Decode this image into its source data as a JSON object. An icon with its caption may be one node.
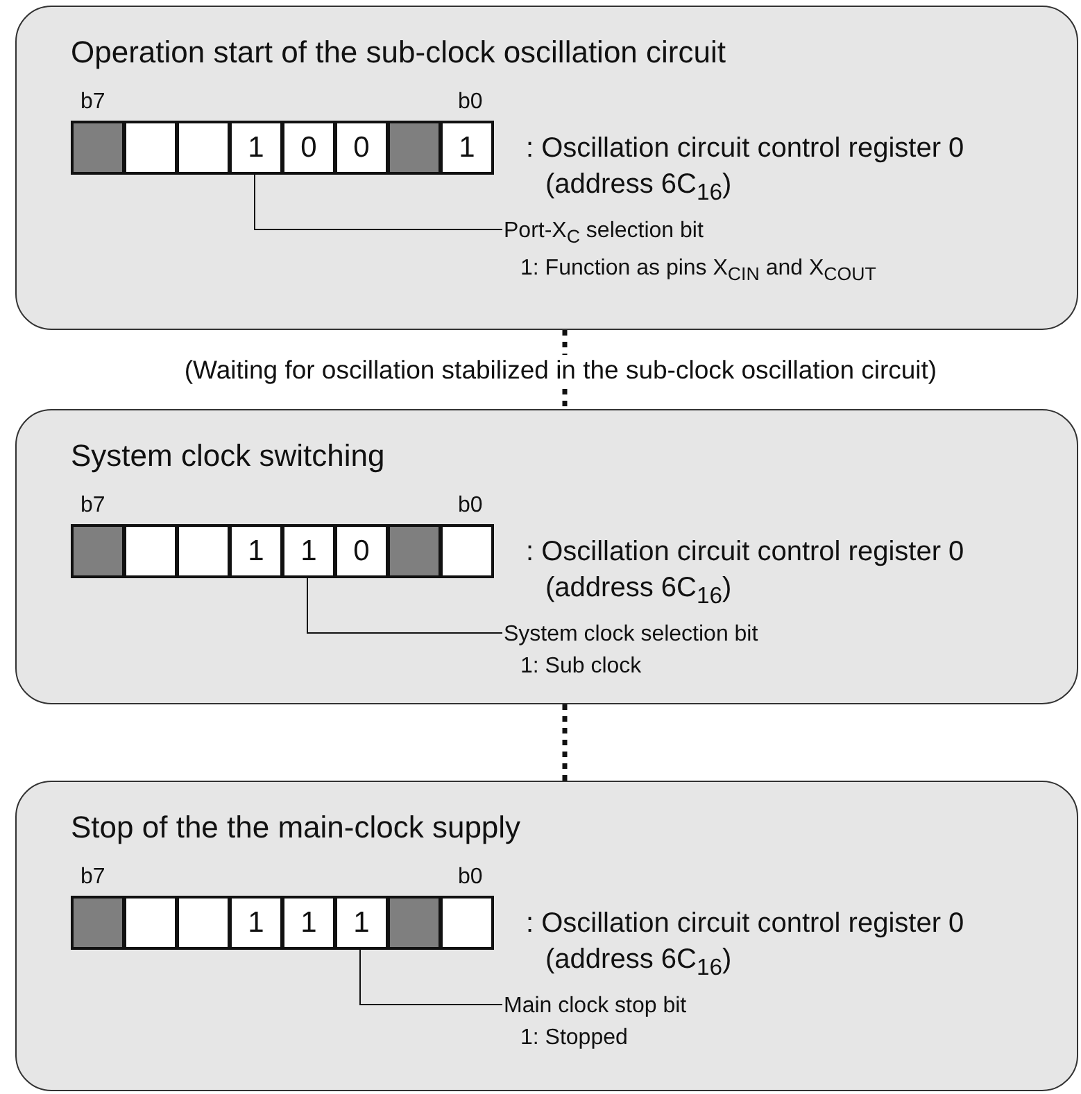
{
  "diagram": {
    "nodes": [
      {
        "text": [
          "Operation start of the sub-clock oscillation circuit",
          "b7",
          "b0",
          ": Oscillation circuit control register 0 (address 6C$_{16}$)"
        ]
      },
      {
        "text": [],
        "shape": "box",
        "in": 0
      },
      {
        "text": [],
        "shape": "box",
        "in": 0
      },
      {
        "text": [],
        "shape": "box",
        "in": 0
      },
      {
        "text": [
          "1"
        ],
        "in": 0
      },
      {
        "text": [
          "0"
        ],
        "in": 0
      },
      {
        "text": [
          "0"
        ],
        "in": 0
      },
      {
        "text": [],
        "shape": "box",
        "in": 0
      },
      {
        "text": [
          "1"
        ],
        "in": 0
      },
      {
        "text": [
          "Port-X$_{C}$ selection bit",
          "1: Function as pins X$_{CIN}$ and X$_{COUT}$"
        ],
        "in": 0
      },
      {
        "text": [
          "System clock switching",
          "b7",
          "b0",
          ": Oscillation circuit control register 0 (address 6C$_{16}$)"
        ]
      },
      {
        "text": [],
        "shape": "box",
        "in": 10
      },
      {
        "text": [],
        "shape": "box",
        "in": 10
      },
      {
        "text": [],
        "shape": "box",
        "in": 10
      },
      {
        "text": [
          "1"
        ],
        "in": 10
      },
      {
        "text": [
          "1"
        ],
        "in": 10
      },
      {
        "text": [
          "0"
        ],
        "in": 10
      },
      {
        "text": [],
        "shape": "box",
        "in": 10
      },
      {
        "text": [],
        "shape": "box",
        "in": 10
      },
      {
        "text": [
          "System clock selection bit",
          "1: Sub clock"
        ],
        "in": 10
      },
      {
        "text": [
          "Stop of the the main-clock supply",
          "b7",
          "b0",
          ": Oscillation circuit control register 0 (address 6C$_{16}$)"
        ]
      },
      {
        "text": [],
        "shape": "box",
        "in": 20
      },
      {
        "text": [],
        "shape": "box",
        "in": 20
      },
      {
        "text": [],
        "shape": "box",
        "in": 20
      },
      {
        "text": [
          "1"
        ],
        "in": 20
      },
      {
        "text": [
          "1"
        ],
        "in": 20
      },
      {
        "text": [
          "1"
        ],
        "in": 20
      },
      {
        "text": [],
        "shape": "box",
        "in": 20
      },
      {
        "text": [],
        "shape": "box",
        "in": 20
      },
      {
        "text": [
          "Main clock stop bit",
          "1: Stopped"
        ],
        "in": 20
      }
    ],
    "edges": [
      {
        "from": 0,
        "to": 10,
        "arrow": "none",
        "style": "dashed",
        "label": "(Waiting for oscillation stabilized in the sub-clock oscillation circuit)"
      },
      {
        "from": 10,
        "to": 20,
        "arrow": "none",
        "style": "dashed"
      },
      {
        "from": 9,
        "to": 4,
        "arrow": "none"
      },
      {
        "from": 19,
        "to": 15,
        "arrow": "none"
      },
      {
        "from": 29,
        "to": 26,
        "arrow": "none"
      }
    ]
  }
}
